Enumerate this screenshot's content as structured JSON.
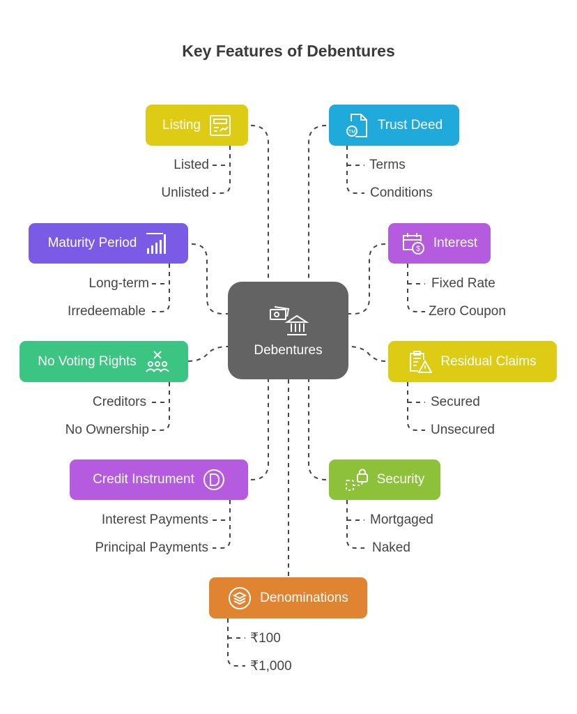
{
  "title": "Key Features of Debentures",
  "center": {
    "label": "Debentures",
    "color": "#636363"
  },
  "features": {
    "listing": {
      "label": "Listing",
      "color": "#DDCB14",
      "items": [
        "Listed",
        "Unlisted"
      ],
      "icon": "listing-chart-icon"
    },
    "trust_deed": {
      "label": "Trust Deed",
      "color": "#20AADB",
      "items": [
        "Terms",
        "Conditions"
      ],
      "icon": "trademark-document-icon"
    },
    "maturity": {
      "label": "Maturity Period",
      "color": "#7A5BE6",
      "items": [
        "Long-term",
        "Irredeemable"
      ],
      "icon": "bar-chart-icon"
    },
    "interest": {
      "label": "Interest",
      "color": "#B45BE0",
      "items": [
        "Fixed Rate",
        "Zero Coupon"
      ],
      "icon": "calendar-dollar-icon"
    },
    "voting": {
      "label": "No Voting Rights",
      "color": "#3CC483",
      "items": [
        "Creditors",
        "No Ownership"
      ],
      "icon": "no-people-icon"
    },
    "residual": {
      "label": "Residual Claims",
      "color": "#DDCB14",
      "items": [
        "Secured",
        "Unsecured"
      ],
      "icon": "clipboard-warning-icon"
    },
    "credit": {
      "label": "Credit Instrument",
      "color": "#B45BE0",
      "items": [
        "Interest Payments",
        "Principal Payments"
      ],
      "icon": "d-coin-icon"
    },
    "security": {
      "label": "Security",
      "color": "#8DC13A",
      "items": [
        "Mortgaged",
        "Naked"
      ],
      "icon": "lock-icon"
    },
    "denominations": {
      "label": "Denominations",
      "color": "#E08431",
      "items": [
        "₹100",
        "₹1,000"
      ],
      "icon": "layers-icon"
    }
  }
}
